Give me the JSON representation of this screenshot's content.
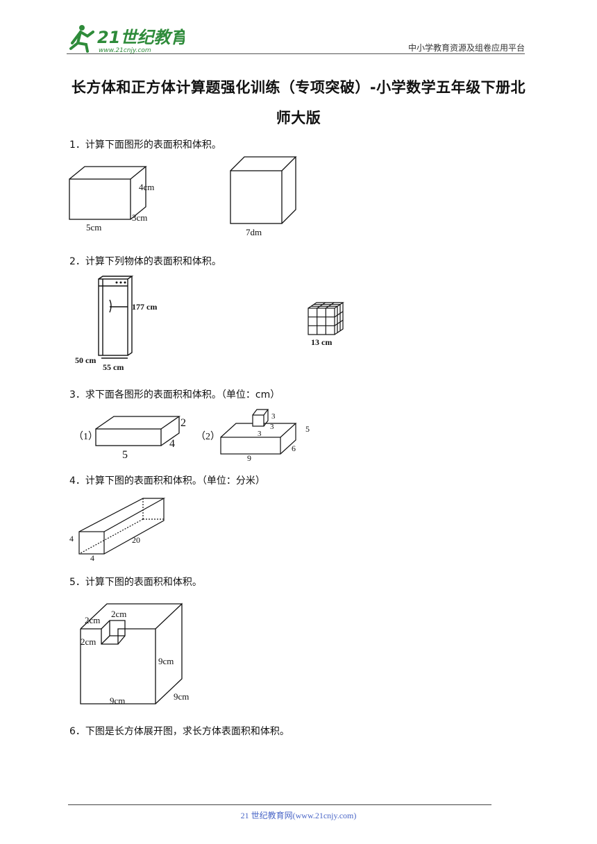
{
  "header": {
    "logo_text": "21世纪教育",
    "logo_url": "www.21cnjy.com",
    "right_text": "中小学教育资源及组卷应用平台"
  },
  "title": {
    "line1": "长方体和正方体计算题强化训练（专项突破）-小学数学五年级下册北",
    "line2": "师大版"
  },
  "questions": [
    {
      "text": "1．计算下面图形的表面积和体积。",
      "fig_a": {
        "h": "4cm",
        "w": "5cm",
        "d": "3cm"
      },
      "fig_b": {
        "edge": "7dm"
      }
    },
    {
      "text": "2．计算下列物体的表面积和体积。",
      "fig_a": {
        "h": "177 cm",
        "d": "50 cm",
        "w": "55 cm"
      },
      "fig_b": {
        "edge": "13 cm"
      }
    },
    {
      "text": "3．求下面各图形的表面积和体积。（单位：cm）",
      "fig_a": {
        "label": "（1）",
        "h": "2",
        "d": "4",
        "w": "5"
      },
      "fig_b": {
        "label": "（2）",
        "top_h": "3",
        "top_d": "3",
        "top_w": "3",
        "h": "5",
        "d": "6",
        "w": "9"
      }
    },
    {
      "text": "4．计算下图的表面积和体积。（单位：分米）",
      "fig": {
        "h": "4",
        "w": "4",
        "l": "20"
      }
    },
    {
      "text": "5．计算下图的表面积和体积。",
      "fig": {
        "c1": "2cm",
        "c2": "2cm",
        "c3": "2cm",
        "h": "9cm",
        "w": "9cm",
        "d": "9cm"
      }
    },
    {
      "text": "6．下图是长方体展开图，求长方体表面积和体积。"
    }
  ],
  "footer": {
    "text": "21 世纪教育网(www.21cnjy.com)"
  },
  "colors": {
    "logo_green": "#2e8b3a",
    "footer_blue": "#4a66c7"
  }
}
